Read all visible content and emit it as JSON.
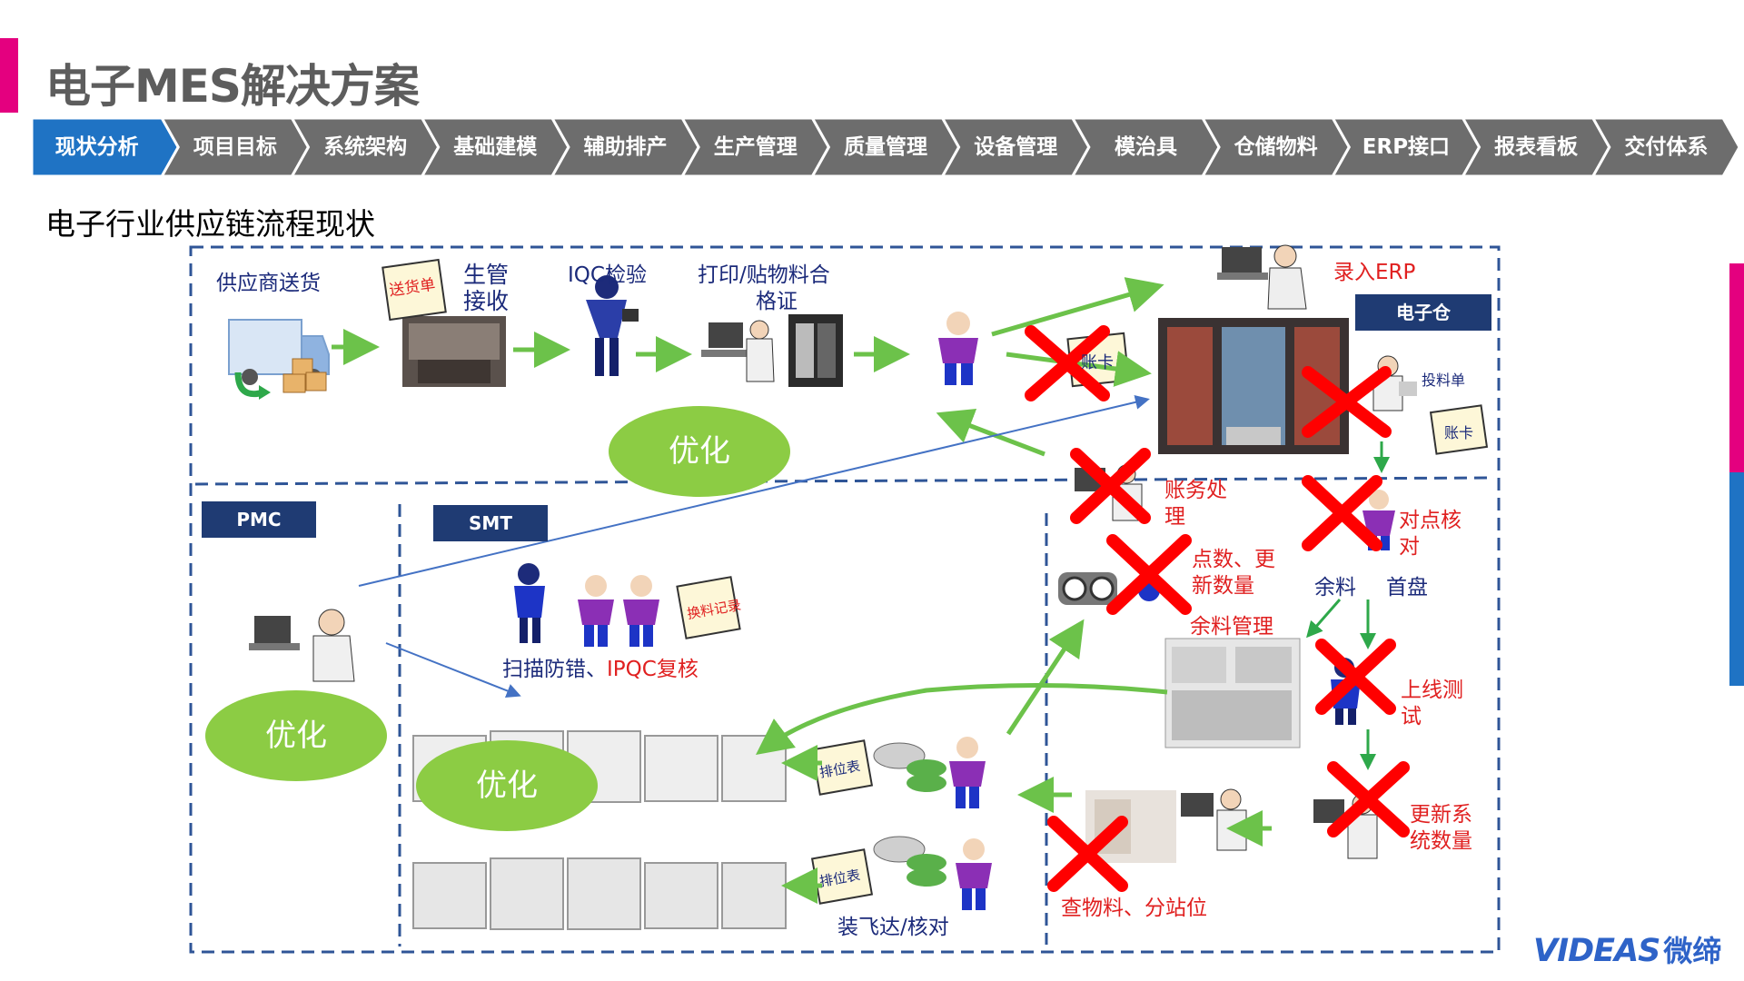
{
  "page": {
    "title": "电子MES解决方案",
    "subtitle": "电子行业供应链流程现状"
  },
  "colors": {
    "accent_pink": "#e4007f",
    "nav_gray": "#6d6d6d",
    "nav_active": "#1f73c4",
    "dash_blue": "#2f5597",
    "flow_green": "#6cc24a",
    "ellipse_green": "#8ccc44",
    "cross_red": "#ff0000",
    "arrow_blue": "#4472c4",
    "brand_blue": "#2e63c8"
  },
  "nav": {
    "active_index": 0,
    "items": [
      "现状分析",
      "项目目标",
      "系统架构",
      "基础建模",
      "辅助排产",
      "生产管理",
      "质量管理",
      "设备管理",
      "模治具",
      "仓储物料",
      "ERP接口",
      "报表看板",
      "交付体系"
    ]
  },
  "diagram": {
    "top_labels": {
      "supplier": "供应商送货",
      "delivery_note": "送货单",
      "production_receive_1": "生管",
      "production_receive_2": "接收",
      "iqc": "IQC检验",
      "print_label_1": "打印/贴物料合",
      "print_label_2": "格证",
      "erp_entry": "录入ERP",
      "account_card": "账卡",
      "feed_sheet": "投料单",
      "account_card_2": "账卡"
    },
    "tags": {
      "warehouse": "电子仓",
      "pmc": "PMC",
      "smt": "SMT"
    },
    "ellipses": [
      "优化",
      "优化",
      "优化"
    ],
    "right_labels": {
      "accounting_1": "账务处",
      "accounting_2": "理",
      "check_1": "对点核",
      "check_2": "对",
      "count_1": "点数、更",
      "count_2": "新数量",
      "remain_material": "余料",
      "first_tray": "首盘",
      "remain_manage": "余料管理",
      "online_test_1": "上线测",
      "online_test_2": "试",
      "update_1": "更新系",
      "update_2": "统数量",
      "query": "查物料、分站位"
    },
    "smt_labels": {
      "scan_prefix": "扫描防错、",
      "scan_ipqc": "IPQC复核",
      "feed_record": "换料记录",
      "slot_table_1": "排位表",
      "slot_table_2": "排位表",
      "feeder_check": "装飞达/核对"
    }
  },
  "brand": {
    "name": "VIDEAS",
    "name_cn": "微缔"
  }
}
